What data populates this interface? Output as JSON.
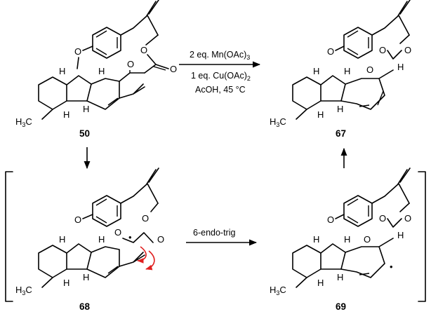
{
  "compounds": {
    "c50": "50",
    "c67": "67",
    "c68": "68",
    "c69": "69"
  },
  "conditions": {
    "line1": "2 eq. Mn(OAc)",
    "line1_sub": "3",
    "line2": "1 eq. Cu(OAc)",
    "line2_sub": "2",
    "line3": "AcOH, 45 °C"
  },
  "step_label": "6-endo-trig",
  "atoms": {
    "O": "O",
    "H": "H",
    "H3C": "H",
    "H3C_sub": "3",
    "H3C_c": "C",
    "dot": "•"
  },
  "colors": {
    "arrow_pushing": "#e02020"
  }
}
